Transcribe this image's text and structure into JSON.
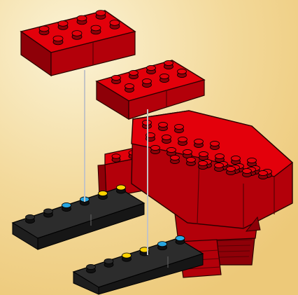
{
  "diagram": {
    "kind": "brick-building-instruction-step",
    "background": {
      "colors": [
        "#FBF3D6",
        "#F3D99A",
        "#EDC979"
      ]
    },
    "colors": {
      "red_top": "#E3000B",
      "red_front": "#B3000A",
      "red_side": "#8E0008",
      "outline": "#2A0000",
      "black_top": "#2C2C2C",
      "black_front": "#161616",
      "stud_blue": "#29A6E0",
      "stud_yellow": "#FFD200",
      "guide_line": "#F4F4F4"
    },
    "parts": [
      {
        "name": "red-plate-2x4-upper",
        "color": "red",
        "studs_wide": 4,
        "studs_deep": 2
      },
      {
        "name": "red-plate-2x4-middle",
        "color": "red",
        "studs_wide": 4,
        "studs_deep": 2
      },
      {
        "name": "red-wing-assembly",
        "color": "red"
      },
      {
        "name": "black-plate-1x6-rear",
        "color": "black",
        "studs": [
          "black",
          "black",
          "blue",
          "blue",
          "yellow",
          "yellow"
        ]
      },
      {
        "name": "black-plate-1x6-front",
        "color": "black",
        "studs": [
          "black",
          "black",
          "yellow",
          "yellow",
          "blue",
          "blue"
        ]
      }
    ],
    "guides": [
      {
        "from": "red-plate-2x4-upper",
        "to": "black-plate-1x6-rear"
      },
      {
        "from": "red-plate-2x4-middle",
        "to": "black-plate-1x6-front"
      }
    ]
  }
}
